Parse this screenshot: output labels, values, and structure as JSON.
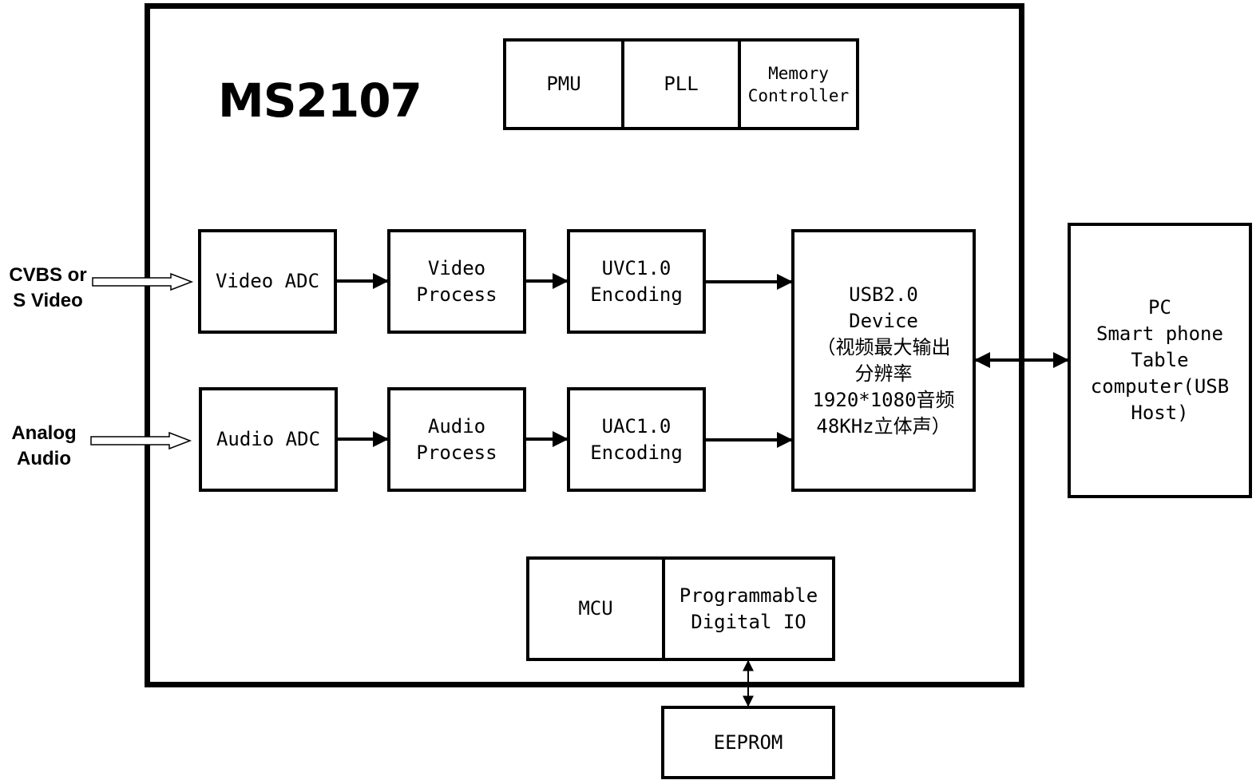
{
  "chip": {
    "name": "MS2107"
  },
  "top_row": {
    "pmu": "PMU",
    "pll": "PLL",
    "memory_controller": [
      "Memory",
      "Controller"
    ]
  },
  "video_path": {
    "adc": "Video ADC",
    "process": [
      "Video",
      "Process"
    ],
    "encoding": [
      "UVC1.0",
      "Encoding"
    ]
  },
  "audio_path": {
    "adc": "Audio ADC",
    "process": [
      "Audio",
      "Process"
    ],
    "encoding": [
      "UAC1.0",
      "Encoding"
    ]
  },
  "usb_device": {
    "lines": [
      "USB2.0",
      "Device",
      "（视频最大输出",
      "分辨率",
      "1920*1080音频",
      "48KHz立体声）"
    ]
  },
  "bottom_row": {
    "mcu": "MCU",
    "digital_io": [
      "Programmable",
      "Digital IO"
    ]
  },
  "eeprom": "EEPROM",
  "host": {
    "lines": [
      "PC",
      "Smart phone",
      "Table",
      "computer(USB",
      "Host)"
    ]
  },
  "inputs": {
    "video": [
      "CVBS or",
      "S Video"
    ],
    "audio": [
      "Analog",
      "Audio"
    ]
  }
}
